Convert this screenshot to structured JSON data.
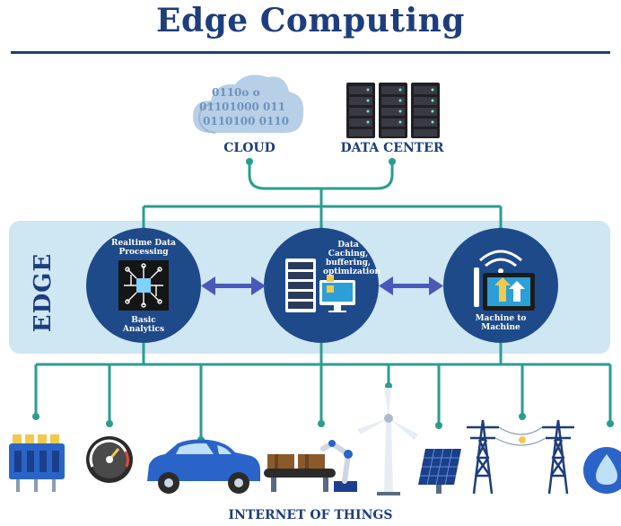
{
  "title": "Edge Computing",
  "cloud": {
    "label": "CLOUD",
    "binary_lines": [
      "0110o o",
      "01101000 011",
      "0110100 0110"
    ]
  },
  "data_center": {
    "label": "DATA CENTER"
  },
  "edge": {
    "label": "EDGE",
    "nodes": [
      {
        "top_text": "Realtime Data Processing",
        "bottom_text": "Basic Analytics"
      },
      {
        "top_text": "Data Caching, buffering, optimization"
      },
      {
        "bottom_text": "Machine to Machine"
      }
    ]
  },
  "iot": {
    "label": "INTERNET OF THINGS",
    "devices": [
      "engine-icon",
      "speedometer-icon",
      "car-icon",
      "conveyor-robot-icon",
      "wind-turbine-icon",
      "solar-panel-icon",
      "power-tower-icon",
      "water-drop-icon"
    ]
  },
  "colors": {
    "navy": "#1d3d7c",
    "teal_line": "#2a9d8f",
    "edge_band": "#cfe6f3",
    "circle": "#1e4a8a",
    "arrow": "#4a58b8"
  }
}
